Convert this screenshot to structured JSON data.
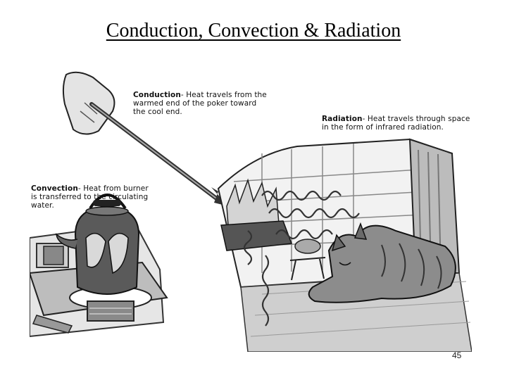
{
  "slide": {
    "title": "Conduction, Convection & Radiation",
    "page_number": "45"
  },
  "captions": {
    "conduction": {
      "term": "Conduction",
      "text": "- Heat travels from the\nwarmed end of the poker toward\nthe cool end."
    },
    "radiation": {
      "term": "Radiation",
      "text": "- Heat travels through space\nin the form of infrared radiation."
    },
    "convection": {
      "term": "Convection",
      "text": "- Heat from burner\nis transferred to the circulating\nwater."
    }
  },
  "illustration": {
    "scene": [
      "hand-holding-poker",
      "fireplace-with-fire",
      "kettle-on-stove-burner",
      "sleeping-cat",
      "radiation-wavy-arrows"
    ]
  }
}
